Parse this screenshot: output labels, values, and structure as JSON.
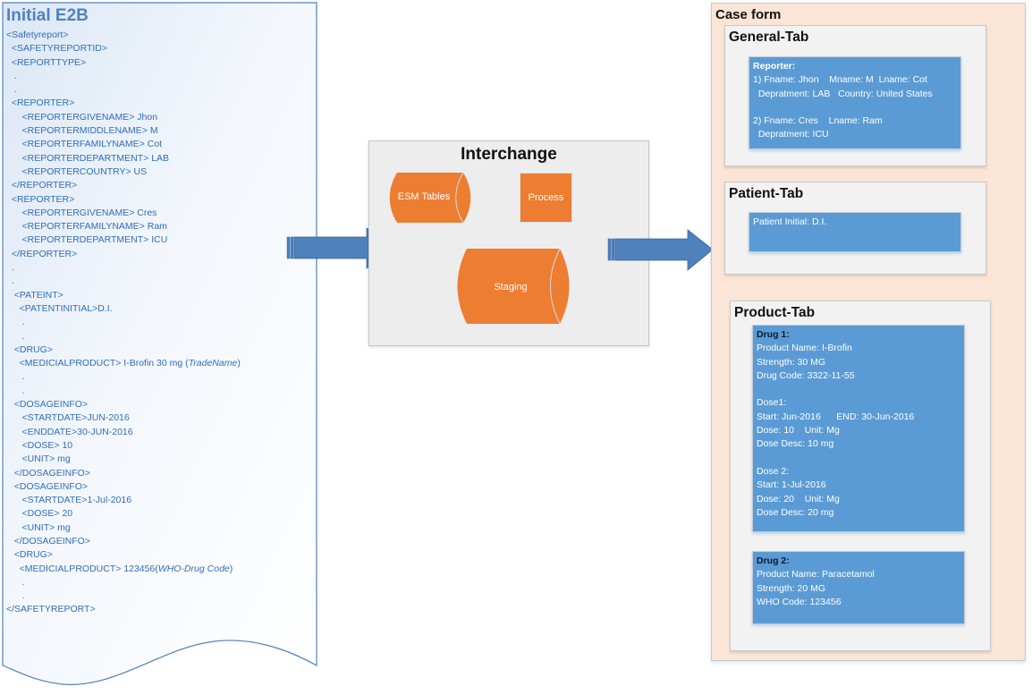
{
  "colors": {
    "doc_border": "#4f81bd",
    "doc_text": "#2f6eba",
    "arrow_fill": "#4f81bd",
    "orange": "#ed7d31",
    "interchange_bg": "#ededed",
    "case_form_bg": "#fbe5d6",
    "panel_bg": "#f2f2f2",
    "info_box_bg": "#5b9bd5"
  },
  "e2b_document": {
    "title": "Initial E2B",
    "lines": [
      {
        "text": "<Safetyreport>"
      },
      {
        "text": "  <SAFETYREPORTID>"
      },
      {
        "text": "  <REPORTTYPE>"
      },
      {
        "text": "   ."
      },
      {
        "text": "   ."
      },
      {
        "text": "  <REPORTER>"
      },
      {
        "text": "      <REPORTERGIVENAME> Jhon"
      },
      {
        "text": "      <REPORTERMIDDLENAME> M"
      },
      {
        "text": "      <REPORTERFAMILYNAME> Cot"
      },
      {
        "text": "      <REPORTERDEPARTMENT> LAB"
      },
      {
        "text": "      <REPORTERCOUNTRY> US"
      },
      {
        "text": "  </REPORTER>"
      },
      {
        "text": "  <REPORTER>"
      },
      {
        "text": "      <REPORTERGIVENAME> Cres"
      },
      {
        "text": "      <REPORTERFAMILYNAME> Ram"
      },
      {
        "text": "      <REPORTERDEPARTMENT> ICU"
      },
      {
        "text": "  </REPORTER>"
      },
      {
        "text": "  ."
      },
      {
        "text": "  ."
      },
      {
        "text": "   <PATEINT>"
      },
      {
        "text": "     <PATENTINITIAL>D.I."
      },
      {
        "text": "      ."
      },
      {
        "text": "      ."
      },
      {
        "text": "   <DRUG>"
      },
      {
        "text": "     <MEDICIALPRODUCT> I-Brofin 30 mg (",
        "italic": "TradeName",
        "suffix": ")"
      },
      {
        "text": "      ."
      },
      {
        "text": "      ."
      },
      {
        "text": "   <DOSAGEINFO>"
      },
      {
        "text": "      <STARTDATE>JUN-2016"
      },
      {
        "text": "      <ENDDATE>30-JUN-2016"
      },
      {
        "text": "      <DOSE> 10"
      },
      {
        "text": "      <UNIT> mg"
      },
      {
        "text": "   </DOSAGEINFO>"
      },
      {
        "text": "   <DOSAGEINFO>"
      },
      {
        "text": "      <STARTDATE>1-Jul-2016"
      },
      {
        "text": "      <DOSE> 20"
      },
      {
        "text": "      <UNIT> mg"
      },
      {
        "text": "   </DOSAGEINFO>"
      },
      {
        "text": "   <DRUG>"
      },
      {
        "text": "     <MEDICIALPRODUCT> 123456(",
        "italic": "WHO-Drug Code",
        "suffix": ")"
      },
      {
        "text": "      ."
      },
      {
        "text": "      ."
      },
      {
        "text": "</SAFETYREPORT>"
      }
    ]
  },
  "interchange": {
    "title": "Interchange",
    "esm_tables_label": "ESM Tables",
    "process_label": "Process",
    "staging_label": "Staging"
  },
  "case_form": {
    "title": "Case form",
    "general_tab": {
      "title": "General-Tab",
      "reporter_header": "Reporter:",
      "lines": [
        "1) Fname: Jhon    Mname: M  Lname: Cot",
        "  Depratment: LAB   Country: United States",
        "",
        "2) Fname: Cres    Lname: Ram",
        "  Depratment: ICU"
      ]
    },
    "patient_tab": {
      "title": "Patient-Tab",
      "lines": [
        "Patient Initial: D.I."
      ]
    },
    "product_tab": {
      "title": "Product-Tab",
      "drug1": {
        "header": "Drug 1:",
        "lines": [
          "Product Name: I-Brofin",
          "Strength: 30 MG",
          "Drug Code: 3322-11-55",
          "",
          "Dose1:",
          "Start: Jun-2016      END: 30-Jun-2016",
          "Dose: 10    Unit: Mg",
          "Dose Desc: 10 mg",
          "",
          "Dose 2:",
          "Start: 1-Jul-2016",
          "Dose: 20    Unit: Mg",
          "Dose Desc: 20 mg"
        ]
      },
      "drug2": {
        "header": "Drug 2:",
        "lines": [
          "Product Name: Paracetamol",
          "Strength: 20 MG",
          "WHO Code: 123456"
        ]
      }
    }
  }
}
